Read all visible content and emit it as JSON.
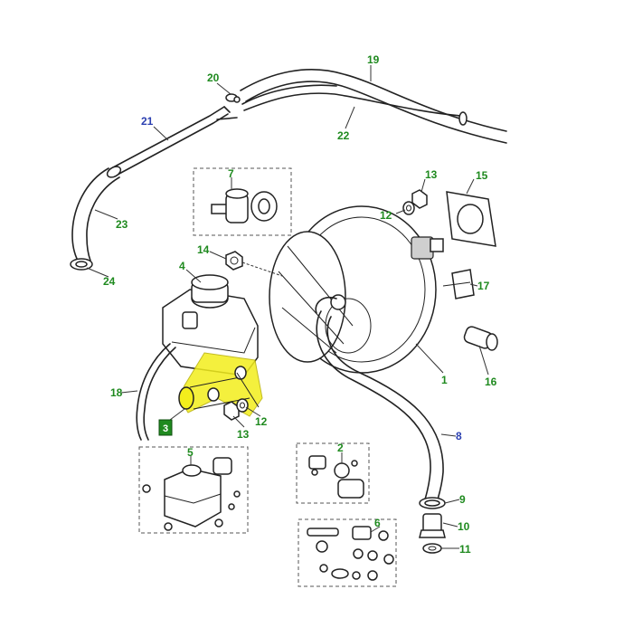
{
  "colors": {
    "label_green": "#1f8a1f",
    "label_blue": "#2b3fb0",
    "highlight": "#f3ee1c",
    "line": "#222222"
  },
  "callouts": [
    {
      "id": "c1",
      "text": "1",
      "color": "label_green"
    },
    {
      "id": "c2",
      "text": "2",
      "color": "label_green"
    },
    {
      "id": "c4",
      "text": "4",
      "color": "label_green"
    },
    {
      "id": "c5",
      "text": "5",
      "color": "label_green"
    },
    {
      "id": "c6",
      "text": "6",
      "color": "label_green"
    },
    {
      "id": "c7",
      "text": "7",
      "color": "label_green"
    },
    {
      "id": "c8",
      "text": "8",
      "color": "label_blue"
    },
    {
      "id": "c9",
      "text": "9",
      "color": "label_green"
    },
    {
      "id": "c10",
      "text": "10",
      "color": "label_green"
    },
    {
      "id": "c11",
      "text": "11",
      "color": "label_green"
    },
    {
      "id": "c12a",
      "text": "12",
      "color": "label_green"
    },
    {
      "id": "c12b",
      "text": "12",
      "color": "label_green"
    },
    {
      "id": "c13a",
      "text": "13",
      "color": "label_green"
    },
    {
      "id": "c13b",
      "text": "13",
      "color": "label_green"
    },
    {
      "id": "c14",
      "text": "14",
      "color": "label_green"
    },
    {
      "id": "c15",
      "text": "15",
      "color": "label_green"
    },
    {
      "id": "c16",
      "text": "16",
      "color": "label_green"
    },
    {
      "id": "c17",
      "text": "17",
      "color": "label_green"
    },
    {
      "id": "c18",
      "text": "18",
      "color": "label_green"
    },
    {
      "id": "c19",
      "text": "19",
      "color": "label_green"
    },
    {
      "id": "c20",
      "text": "20",
      "color": "label_green"
    },
    {
      "id": "c21",
      "text": "21",
      "color": "label_blue"
    },
    {
      "id": "c22",
      "text": "22",
      "color": "label_green"
    },
    {
      "id": "c23",
      "text": "23",
      "color": "label_green"
    },
    {
      "id": "c24",
      "text": "24",
      "color": "label_green"
    }
  ],
  "selected_marker": {
    "text": "3",
    "color": "label_green"
  }
}
